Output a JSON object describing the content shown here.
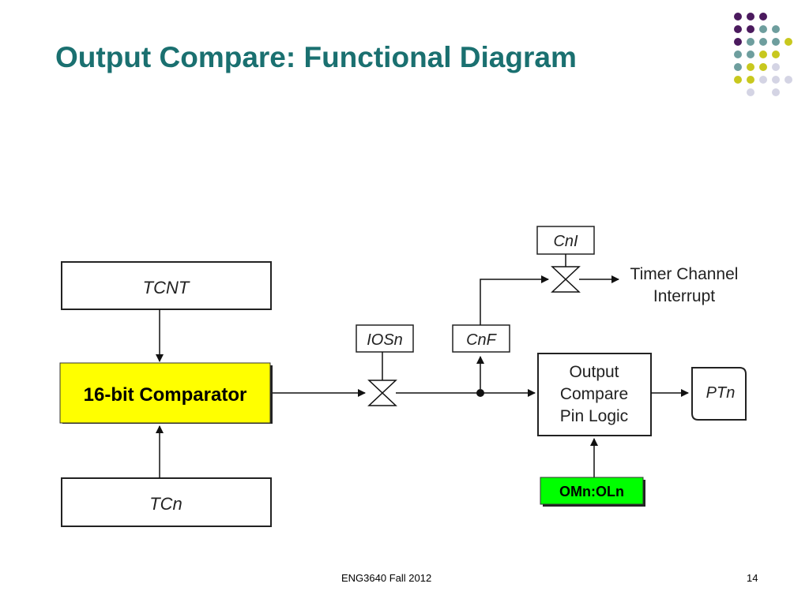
{
  "slide": {
    "title": "Output Compare: Functional Diagram",
    "footer": "ENG3640 Fall 2012",
    "page_number": "14"
  },
  "diagram": {
    "tcnt": "TCNT",
    "comparator": "16-bit Comparator",
    "tcn": "TCn",
    "iosn": "IOSn",
    "cnf": "CnF",
    "cni": "CnI",
    "interrupt_line1": "Timer Channel",
    "interrupt_line2": "Interrupt",
    "ocpl_line1": "Output",
    "ocpl_line2": "Compare",
    "ocpl_line3": "Pin Logic",
    "ptn": "PTn",
    "omn": "OMn:OLn"
  },
  "colors": {
    "title": "#1a7070",
    "comparator_fill": "#ffff00",
    "omn_fill": "#00ff00",
    "dot_purple": "#4b1a5e",
    "dot_teal": "#6e9e9e",
    "dot_yellow": "#c8c81e",
    "dot_lavender": "#d4d4e4"
  }
}
